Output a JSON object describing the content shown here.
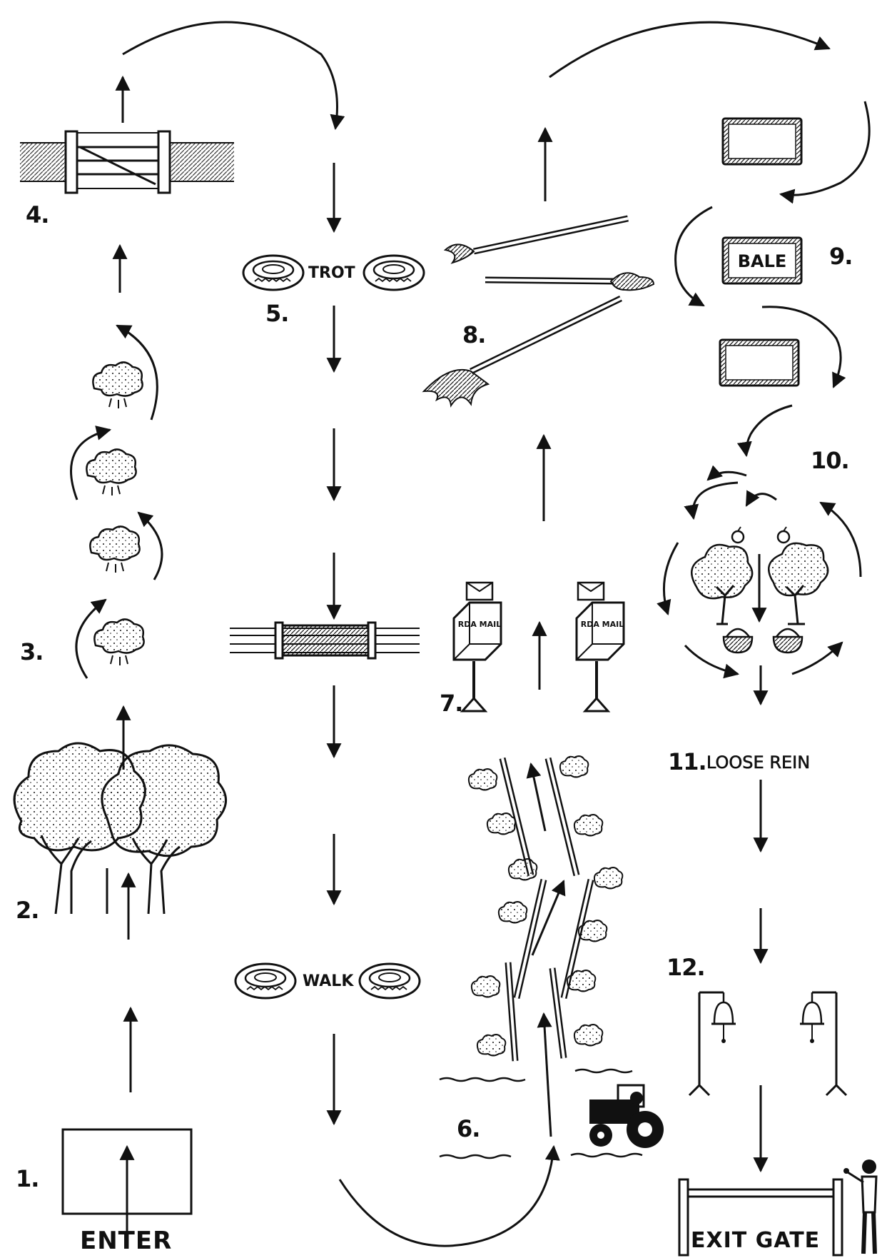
{
  "stations": {
    "s1": {
      "number": "1.",
      "caption": "ENTER"
    },
    "s2": {
      "number": "2."
    },
    "s3": {
      "number": "3."
    },
    "s4": {
      "number": "4."
    },
    "s5": {
      "number": "5.",
      "caption": "TROT"
    },
    "s5b": {
      "caption": "WALK"
    },
    "s6": {
      "number": "6."
    },
    "s7": {
      "number": "7.",
      "mailbox_text": "RDA MAIL"
    },
    "s8": {
      "number": "8."
    },
    "s9": {
      "number": "9.",
      "bale_text": "BALE"
    },
    "s10": {
      "number": "10."
    },
    "s11": {
      "number": "11.",
      "caption": "LOOSE REIN"
    },
    "s12": {
      "number": "12."
    },
    "exit": {
      "caption": "EXIT GATE"
    }
  },
  "colors": {
    "ink": "#111111",
    "paper": "#ffffff"
  }
}
